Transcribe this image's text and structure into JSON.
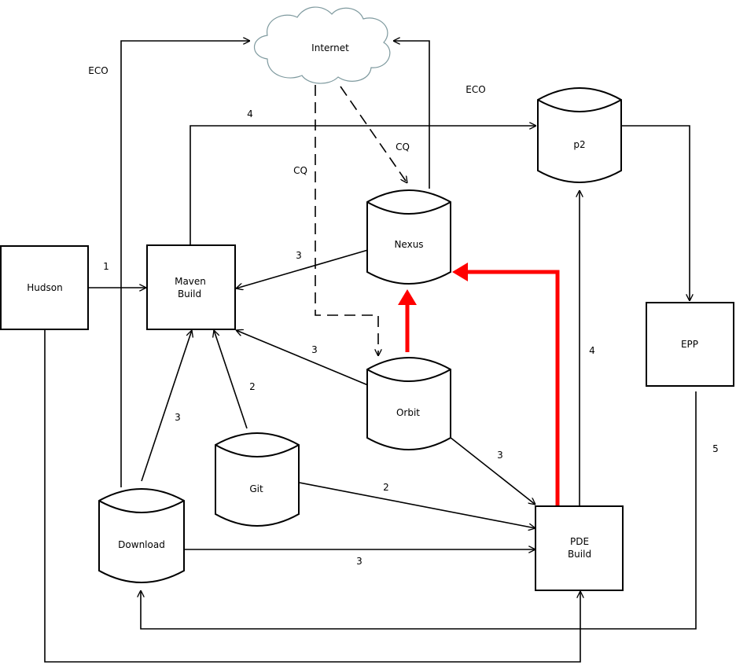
{
  "nodes": {
    "internet": "Internet",
    "hudson": "Hudson",
    "maven_build": [
      "Maven",
      "Build"
    ],
    "nexus": "Nexus",
    "p2": "p2",
    "epp": "EPP",
    "orbit": "Orbit",
    "git": "Git",
    "download": "Download",
    "pde_build": [
      "PDE",
      "Build"
    ]
  },
  "edge_labels": {
    "eco_left": "ECO",
    "eco_right": "ECO",
    "cq_left": "CQ",
    "cq_right": "CQ",
    "hudson_to_maven": "1",
    "maven_to_p2": "4",
    "nexus_to_maven": "3",
    "orbit_to_maven": "3",
    "git_to_maven": "2",
    "download_to_maven": "3",
    "orbit_to_pde": "3",
    "git_to_pde": "2",
    "download_to_pde": "3",
    "pde_to_p2": "4",
    "epp_to_download": "5"
  },
  "colors": {
    "highlight": "#ff0000",
    "line": "#000000",
    "cloud_outline": "#7f9a9f"
  }
}
